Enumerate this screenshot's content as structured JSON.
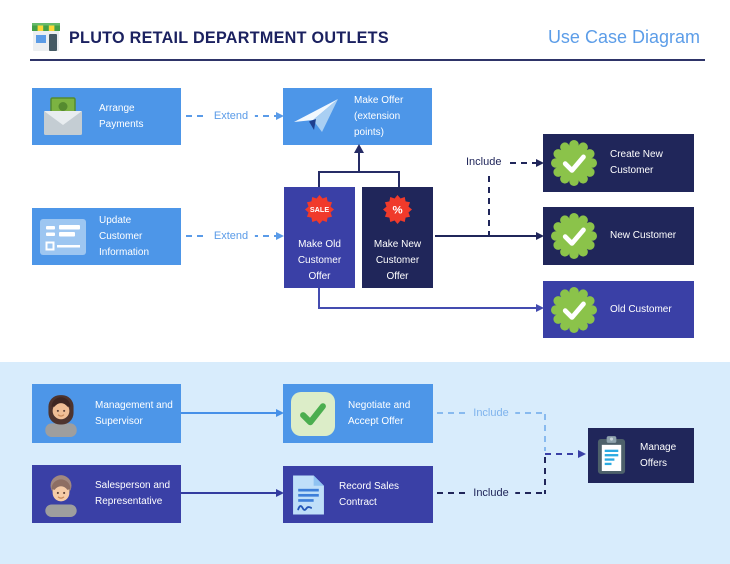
{
  "header": {
    "title": "PLUTO RETAIL DEPARTMENT OUTLETS",
    "subtitle": "Use Case Diagram"
  },
  "connector_labels": {
    "extend_payments": "Extend",
    "extend_update": "Extend",
    "include_create": "Include",
    "include_negotiate": "Include",
    "include_record": "Include"
  },
  "nodes": {
    "arrange_payments": {
      "label": "Arrange Payments",
      "icon": "money-envelope-icon"
    },
    "update_customer": {
      "label": "Update Customer Information",
      "icon": "customer-form-icon"
    },
    "make_offer": {
      "label": "Make Offer",
      "sublabel": "(extension points)",
      "icon": "paper-plane-icon"
    },
    "make_old_customer_offer": {
      "label": "Make Old Customer Offer",
      "badge": "SALE",
      "icon": "sale-badge-icon"
    },
    "make_new_customer_offer": {
      "label": "Make New Customer Offer",
      "badge": "%",
      "icon": "percent-badge-icon"
    },
    "create_new_customer": {
      "label": "Create New Customer",
      "icon": "seal-check-icon"
    },
    "new_customer": {
      "label": "New Customer",
      "icon": "seal-check-icon"
    },
    "old_customer": {
      "label": "Old Customer",
      "icon": "seal-check-icon"
    },
    "management_supervisor": {
      "label": "Management and Supervisor",
      "icon": "woman-avatar-icon"
    },
    "salesperson_representative": {
      "label": "Salesperson and Representative",
      "icon": "man-avatar-icon"
    },
    "negotiate_accept_offer": {
      "label": "Negotiate and Accept Offer",
      "icon": "green-check-icon"
    },
    "record_sales_contract": {
      "label": "Record Sales Contract",
      "icon": "contract-icon"
    },
    "manage_offers": {
      "label": "Manage Offers",
      "icon": "clipboard-icon"
    }
  },
  "colors": {
    "box_blue": "#4D96E8",
    "box_indigo": "#3A40A6",
    "box_navy": "#20265A",
    "accent_blue": "#5A9BE8",
    "accent_navy": "#20265A",
    "indigo_line": "#444CB0",
    "light_include_line": "#88BAEF",
    "section_background": "#D8ECFC",
    "title_text": "#1B2160",
    "subtitle_text": "#5C9DE8",
    "badge_red": "#F03A2B",
    "seal_green": "#8BC34A"
  }
}
